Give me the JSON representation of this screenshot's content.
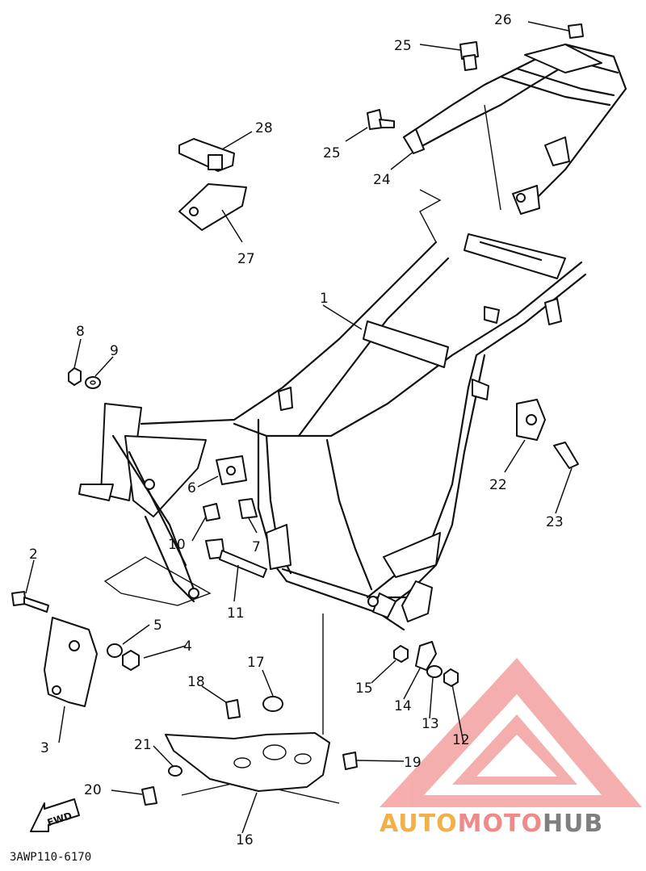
{
  "diagram": {
    "code": "3AWP110-6170",
    "fwd_label": "FWD",
    "callouts": {
      "c1": "1",
      "c2": "2",
      "c3": "3",
      "c4": "4",
      "c5": "5",
      "c6": "6",
      "c7": "7",
      "c8": "8",
      "c9": "9",
      "c10": "10",
      "c11": "11",
      "c12": "12",
      "c13": "13",
      "c14": "14",
      "c15": "15",
      "c16": "16",
      "c17": "17",
      "c18": "18",
      "c19": "19",
      "c20": "20",
      "c21": "21",
      "c22": "22",
      "c23": "23",
      "c24": "24",
      "c25a": "25",
      "c25b": "25",
      "c26": "26",
      "c27": "27",
      "c28": "28"
    }
  },
  "watermark": {
    "part1": "AUTO",
    "part2": "MOTO",
    "part3": "HUB",
    "colors": {
      "auto": "#f2b04a",
      "moto": "#f08a8a",
      "hub": "#7f7f7f",
      "logo": "#f4a0a0"
    }
  }
}
